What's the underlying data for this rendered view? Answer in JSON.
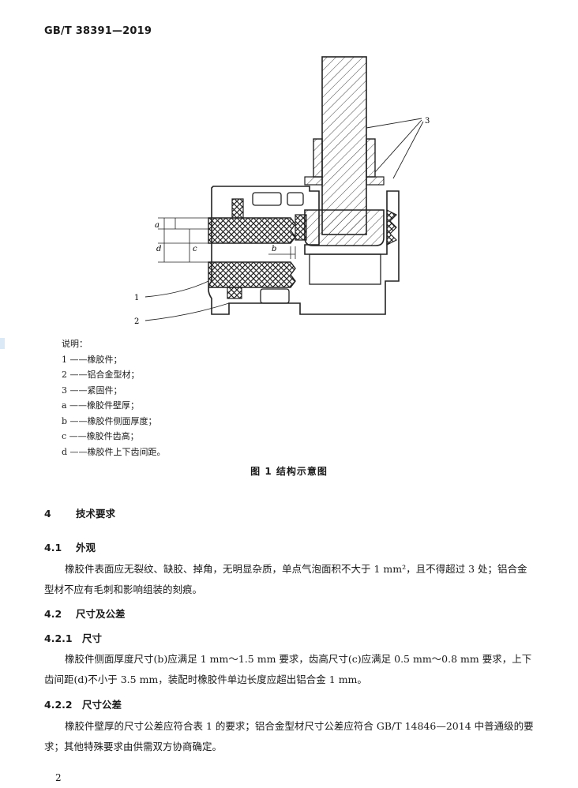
{
  "header": {
    "standard_no": "GB/T 38391—2019"
  },
  "figure": {
    "callouts": [
      "1",
      "2",
      "3"
    ],
    "dims": [
      "a",
      "b",
      "c",
      "d"
    ]
  },
  "legend": {
    "title": "说明：",
    "items": [
      "1 ——橡胶件；",
      "2 ——铝合金型材；",
      "3 ——紧固件；",
      "a ——橡胶件壁厚；",
      "b ——橡胶件侧面厚度；",
      "c ——橡胶件齿高；",
      "d ——橡胶件上下齿间距。"
    ]
  },
  "caption": "图 1    结构示意图",
  "sections": {
    "s4": {
      "num": "4",
      "title": "技术要求"
    },
    "s41": {
      "num": "4.1",
      "title": "外观"
    },
    "p41": "橡胶件表面应无裂纹、缺胶、掉角，无明显杂质，单点气泡面积不大于 1 mm²，且不得超过 3 处；铝合金型材不应有毛刺和影响组装的刻痕。",
    "s42": {
      "num": "4.2",
      "title": "尺寸及公差"
    },
    "s421": {
      "num": "4.2.1",
      "title": "尺寸"
    },
    "p421": "橡胶件侧面厚度尺寸(b)应满足 1 mm～1.5 mm 要求，齿高尺寸(c)应满足 0.5 mm～0.8 mm 要求，上下齿间距(d)不小于 3.5 mm，装配时橡胶件单边长度应超出铝合金 1 mm。",
    "s422": {
      "num": "4.2.2",
      "title": "尺寸公差"
    },
    "p422": "橡胶件壁厚的尺寸公差应符合表 1 的要求；铝合金型材尺寸公差应符合 GB/T 14846—2014 中普通级的要求；其他特殊要求由供需双方协商确定。"
  },
  "page_number": "2"
}
